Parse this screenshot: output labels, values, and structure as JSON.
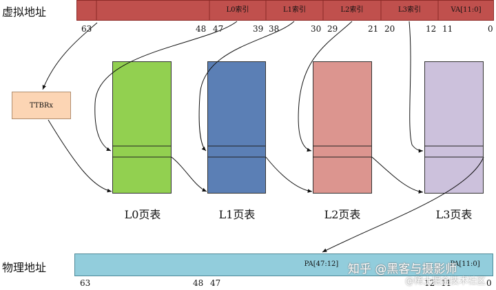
{
  "virtual_address": {
    "label": "虚拟地址",
    "segments": [
      "L0索引",
      "L1索引",
      "L2索引",
      "L3索引",
      "VA[11:0]"
    ],
    "bit_numbers": [
      "63",
      "48",
      "47",
      "39",
      "38",
      "30",
      "29",
      "21",
      "20",
      "12",
      "11",
      "0"
    ],
    "color": "#c0504d"
  },
  "ttbr": {
    "label": "TTBRx",
    "color": "#fcd5b4"
  },
  "page_tables": [
    {
      "label": "L0页表",
      "color": "#92d050"
    },
    {
      "label": "L1页表",
      "color": "#5b7fb5"
    },
    {
      "label": "L2页表",
      "color": "#dc958f"
    },
    {
      "label": "L3页表",
      "color": "#ccc1dc"
    }
  ],
  "physical_address": {
    "label": "物理地址",
    "segment_label": "PA[47:12]",
    "tail_label": "PA[11:0]",
    "bit_numbers": [
      "63",
      "48",
      "47",
      "12",
      "11",
      "0"
    ],
    "color": "#92cddc"
  },
  "watermark": {
    "main": "知乎 @黑客与摄影师",
    "sub": "@稀土掘金技术社区"
  }
}
